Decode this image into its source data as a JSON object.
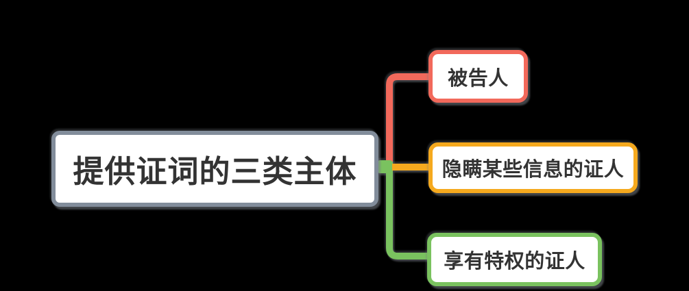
{
  "diagram": {
    "type": "mindmap",
    "background_color": "#000000",
    "node_background": "#FFFFFF",
    "text_color": "#333333",
    "root": {
      "label": "提供证词的三类主体",
      "border_color": "#828D9B"
    },
    "branches": [
      {
        "id": "defendant",
        "label": "被告人",
        "color": "#F2695B"
      },
      {
        "id": "concealing-witness",
        "label": "隐瞒某些信息的证人",
        "color": "#F5A91E"
      },
      {
        "id": "privileged-witness",
        "label": "享有特权的证人",
        "color": "#7AC25F"
      }
    ]
  }
}
